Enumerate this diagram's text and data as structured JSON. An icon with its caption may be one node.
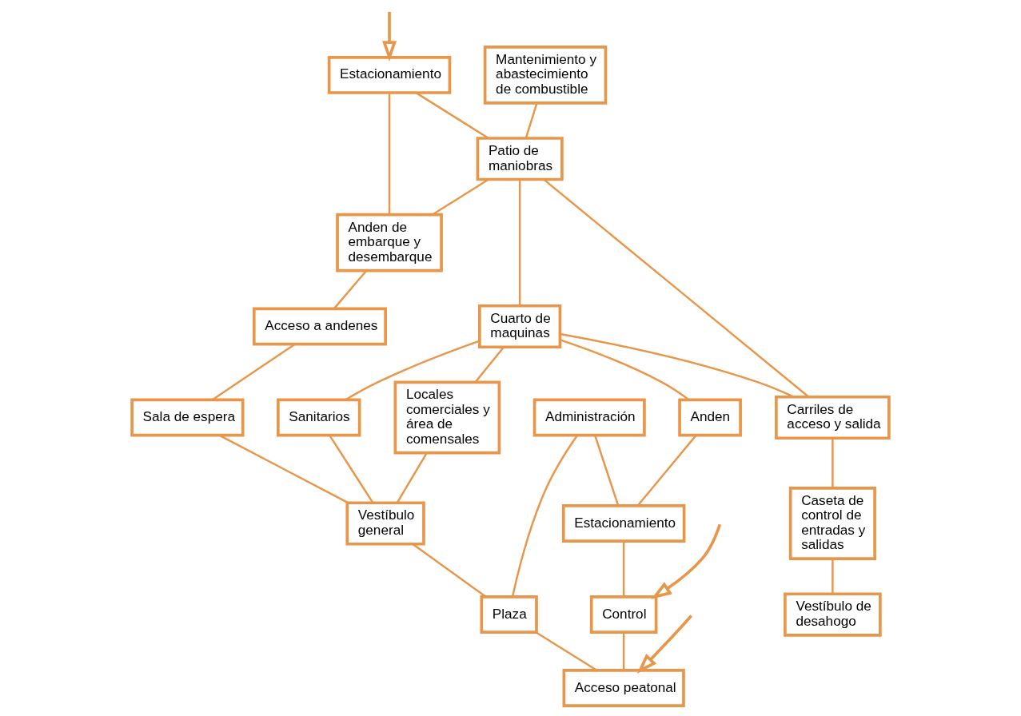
{
  "diagram": {
    "nodes": [
      {
        "text": [
          "Estacionamiento"
        ]
      },
      {
        "text": [
          "Mantenimiento y abastecimiento de combustible"
        ]
      },
      {
        "text": [
          "Patio de maniobras"
        ]
      },
      {
        "text": [
          "Anden de embarque y desembarque"
        ]
      },
      {
        "text": [
          "Acceso a andenes"
        ]
      },
      {
        "text": [
          "Sala de espera"
        ]
      },
      {
        "text": [
          "Cuarto de maquinas"
        ]
      },
      {
        "text": [
          "Sanitarios"
        ]
      },
      {
        "text": [
          "Carriles de acceso y salida"
        ]
      },
      {
        "text": [
          "Locales comerciales y área de comensales"
        ]
      },
      {
        "text": [
          "Anden"
        ]
      },
      {
        "text": [
          "Vestíbulo general"
        ]
      },
      {
        "text": [
          "Caseta de control de entradas y salidas"
        ]
      },
      {
        "text": [
          "Administración"
        ]
      },
      {
        "text": [
          "Plaza"
        ]
      },
      {
        "text": [
          "Vestíbulo de desahogo"
        ]
      },
      {
        "text": [
          "Estacionamiento"
        ]
      },
      {
        "text": [
          "Control"
        ]
      },
      {
        "text": [
          "Acceso peatonal"
        ]
      }
    ],
    "edges": [
      {
        "from": null,
        "to": 0,
        "arrow": "to"
      },
      {
        "from": 0,
        "to": 2,
        "arrow": "none"
      },
      {
        "from": 0,
        "to": 3,
        "arrow": "none"
      },
      {
        "from": 1,
        "to": 2,
        "arrow": "none"
      },
      {
        "from": 2,
        "to": 3,
        "arrow": "none"
      },
      {
        "from": 3,
        "to": 4,
        "arrow": "none"
      },
      {
        "from": 4,
        "to": 5,
        "arrow": "none"
      },
      {
        "from": 2,
        "to": 6,
        "arrow": "none"
      },
      {
        "from": 2,
        "to": 8,
        "arrow": "none"
      },
      {
        "from": 6,
        "to": 8,
        "arrow": "none"
      },
      {
        "from": 6,
        "to": 7,
        "arrow": "none"
      },
      {
        "from": 7,
        "to": 11,
        "arrow": "none"
      },
      {
        "from": 6,
        "to": 10,
        "arrow": "none"
      },
      {
        "from": 6,
        "to": 9,
        "arrow": "none"
      },
      {
        "from": 9,
        "to": 11,
        "arrow": "none"
      },
      {
        "from": 5,
        "to": 11,
        "arrow": "none"
      },
      {
        "from": 8,
        "to": 12,
        "arrow": "none"
      },
      {
        "from": 12,
        "to": 15,
        "arrow": "none"
      },
      {
        "from": 10,
        "to": 16,
        "arrow": "none"
      },
      {
        "from": 11,
        "to": 14,
        "arrow": "none"
      },
      {
        "from": 13,
        "to": 14,
        "arrow": "none"
      },
      {
        "from": 13,
        "to": 16,
        "arrow": "none"
      },
      {
        "from": 16,
        "to": 17,
        "arrow": "none"
      },
      {
        "from": 17,
        "to": 18,
        "arrow": "none"
      },
      {
        "from": 14,
        "to": 18,
        "arrow": "none"
      },
      {
        "from": null,
        "to": 17,
        "arrow": "to"
      },
      {
        "from": null,
        "to": 18,
        "arrow": "to"
      }
    ]
  }
}
